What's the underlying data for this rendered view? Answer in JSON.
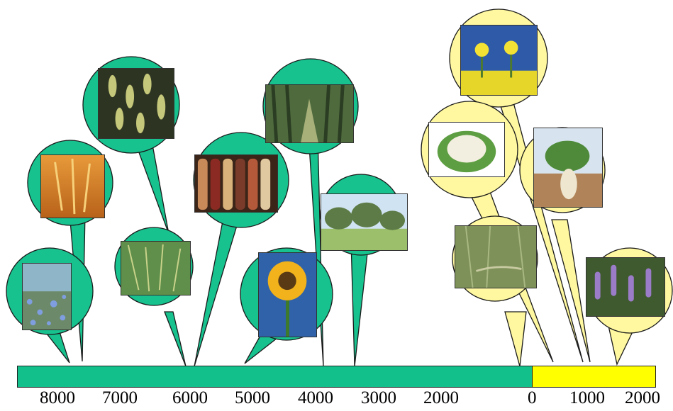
{
  "timeline": {
    "bc_color": "#12c08c",
    "ad_color": "#ffff00",
    "bc_bubble_color": "#17c28f",
    "ad_bubble_color": "#fff8a0",
    "bc_ticks": [
      "8000",
      "7000",
      "6000",
      "5000",
      "4000",
      "3000",
      "2000"
    ],
    "ad_ticks": [
      "0",
      "1000",
      "2000"
    ]
  },
  "crops": [
    {
      "icon": "flax-field-photo",
      "era": "bc"
    },
    {
      "icon": "wheat-photo",
      "era": "bc"
    },
    {
      "icon": "soybean-pods-photo",
      "era": "bc"
    },
    {
      "icon": "rice-plants-photo",
      "era": "bc"
    },
    {
      "icon": "maize-cobs-photo",
      "era": "bc"
    },
    {
      "icon": "sugarcane-photo",
      "era": "bc"
    },
    {
      "icon": "sunflower-photo",
      "era": "bc"
    },
    {
      "icon": "olive-trees-photo",
      "era": "bc"
    },
    {
      "icon": "rapeseed-flowers-photo",
      "era": "ad"
    },
    {
      "icon": "cauliflower-photo",
      "era": "ad"
    },
    {
      "icon": "sugar-beet-photo",
      "era": "ad"
    },
    {
      "icon": "rye-grass-photo",
      "era": "ad"
    },
    {
      "icon": "lupin-flowers-photo",
      "era": "ad"
    }
  ]
}
